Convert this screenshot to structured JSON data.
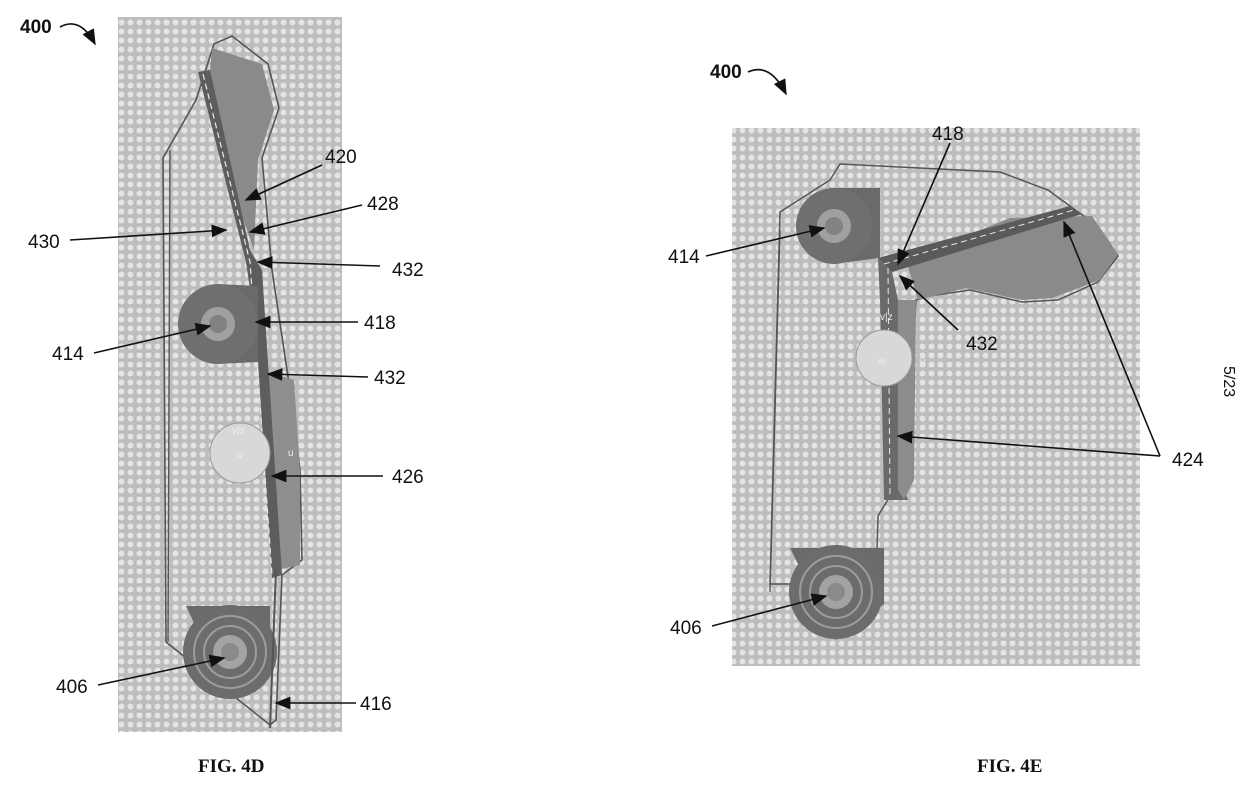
{
  "sheet_number": "5/23",
  "figures": [
    {
      "id": "fig4d",
      "reference": "400",
      "caption": "FIG. 4D",
      "labels": [
        "420",
        "428",
        "430",
        "432",
        "418",
        "414",
        "432",
        "426",
        "406",
        "416"
      ],
      "axis_marks": {
        "vz": "v|z",
        "w": "w",
        "u": "u"
      }
    },
    {
      "id": "fig4e",
      "reference": "400",
      "caption": "FIG. 4E",
      "labels": [
        "418",
        "414",
        "432",
        "424",
        "406"
      ],
      "axis_marks": {
        "vz": "v|z",
        "w": "w",
        "u": "u"
      }
    }
  ],
  "colors": {
    "pattern_bg": "#bdbdbd",
    "pattern_dot": "#e4e4e4",
    "roller": "#6f6f6f",
    "hub": "#9a9a9a",
    "panel": "#8c8c8c",
    "line": "#111111"
  }
}
